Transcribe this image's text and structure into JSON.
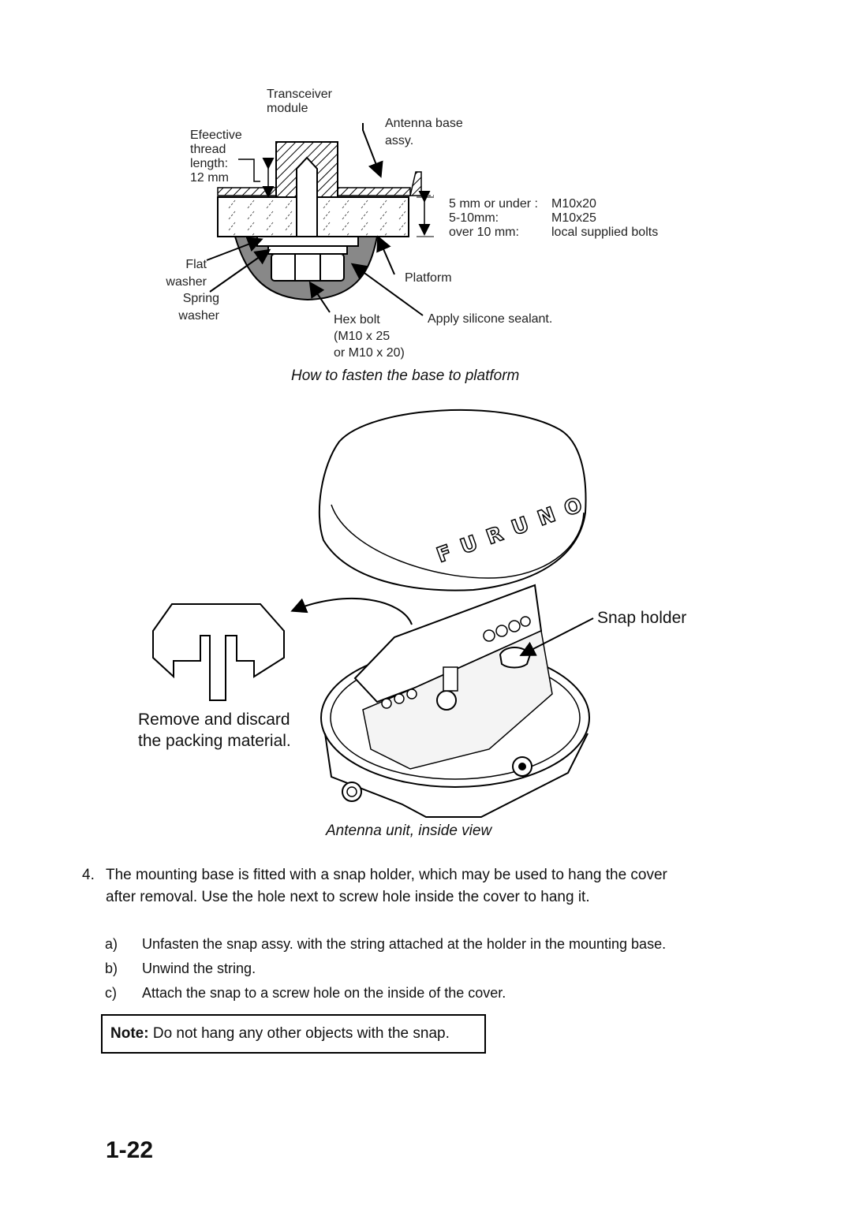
{
  "fig1": {
    "transceiver": [
      "Transceiver",
      "module"
    ],
    "effective": [
      "Efeective",
      "thread",
      "length:",
      "12 mm"
    ],
    "antenna_base": [
      "Antenna base",
      "assy."
    ],
    "bolt_table": [
      {
        "cond": "5 mm or under :",
        "bolt": "M10x20"
      },
      {
        "cond": "5-10mm:",
        "bolt": "M10x25"
      },
      {
        "cond": "over 10 mm:",
        "bolt": "local supplied bolts"
      }
    ],
    "flat_washer": [
      "Flat",
      "washer"
    ],
    "spring_washer": [
      "Spring",
      "washer"
    ],
    "platform": "Platform",
    "hex_bolt": [
      "Hex bolt",
      "(M10 x 25",
      "or M10 x 20)"
    ],
    "sealant": "Apply silicone sealant.",
    "caption": "How to fasten the base to platform"
  },
  "fig2": {
    "snap_holder": "Snap holder",
    "remove": [
      "Remove and discard",
      "the packing material."
    ],
    "brand": [
      "F",
      "U",
      "R",
      "U",
      "N",
      "O"
    ],
    "caption": "Antenna unit, inside view"
  },
  "step4": {
    "number": "4.",
    "text_line1": "The mounting base is fitted with a snap holder, which may be used to hang the cover",
    "text_line2": "after removal. Use the hole next to screw hole inside the cover to hang it."
  },
  "substeps": [
    {
      "letter": "a)",
      "text": "Unfasten the snap assy. with the string attached at the holder in the mounting base."
    },
    {
      "letter": "b)",
      "text": "Unwind the string."
    },
    {
      "letter": "c)",
      "text": "Attach the snap to a screw hole on the inside of the cover."
    }
  ],
  "note": {
    "label": "Note:",
    "text": " Do not hang any other objects with the snap."
  },
  "page_number": "1-22"
}
